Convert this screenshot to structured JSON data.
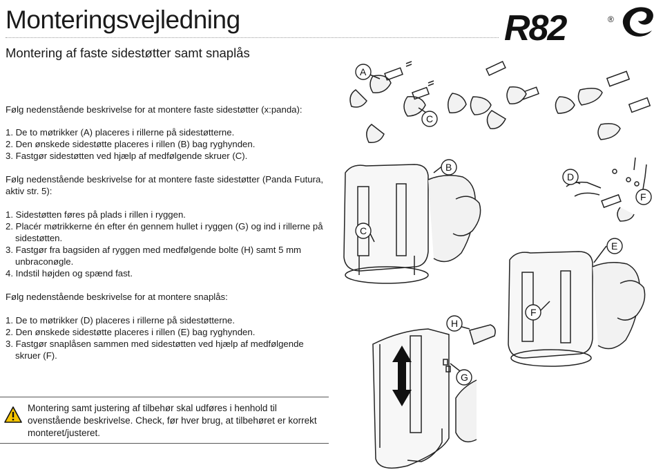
{
  "header": {
    "title": "Monteringsvejledning",
    "subtitle": "Montering af faste sidestøtter samt snaplås",
    "logo_text": "R82",
    "logo_mark": "®"
  },
  "section1": {
    "intro": "Følg nedenstående beskrivelse for at montere faste sidestøtter (x:panda):",
    "steps": [
      "1. De to møtrikker (A) placeres i rillerne på sidestøtterne.",
      "2. Den ønskede sidestøtte placeres i rillen (B) bag ryghynden.",
      "3. Fastgør sidestøtten ved hjælp af medfølgende skruer (C)."
    ]
  },
  "section2": {
    "intro": "Følg nedenstående beskrivelse for at montere faste sidestøtter (Panda Futura, aktiv str. 5):",
    "steps": [
      "1. Sidestøtten føres på plads i rillen i ryggen.",
      "2. Placér møtrikkerne én efter én gennem hullet i ryggen (G) og ind i rillerne på sidestøtten.",
      "3. Fastgør fra bagsiden af ryggen med medfølgende bolte (H) samt 5 mm unbraconøgle.",
      "4. Indstil højden og spænd fast."
    ]
  },
  "section3": {
    "intro": "Følg nedenstående beskrivelse for at montere snaplås:",
    "steps": [
      "1. De to møtrikker (D) placeres i rillerne på sidestøtterne.",
      "2. Den ønskede sidestøtte placeres i rillen (E) bag ryghynden.",
      "3. Fastgør snaplåsen sammen med sidestøtten ved hjælp af medfølgende skruer (F)."
    ]
  },
  "notice": {
    "text": "Montering samt justering af tilbehør skal udføres i henhold til ovenstående beskrivelse. Check, før hver brug, at tilbehøret er korrekt monteret/justeret.",
    "icon": "warning-triangle-icon",
    "icon_color": "#f5c400"
  },
  "illustration_labels": {
    "A": "A",
    "B": "B",
    "C1": "C",
    "C2": "C",
    "D": "D",
    "E": "E",
    "F1": "F",
    "F2": "F",
    "G": "G",
    "H": "H"
  }
}
